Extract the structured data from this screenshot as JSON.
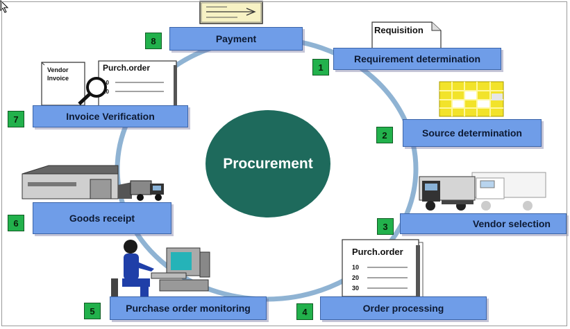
{
  "center": {
    "label": "Procurement"
  },
  "steps": [
    {
      "number": "1",
      "label": "Requirement determination"
    },
    {
      "number": "2",
      "label": "Source determination"
    },
    {
      "number": "3",
      "label": "Vendor selection"
    },
    {
      "number": "4",
      "label": "Order processing"
    },
    {
      "number": "5",
      "label": "Purchase order monitoring"
    },
    {
      "number": "6",
      "label": "Goods receipt"
    },
    {
      "number": "7",
      "label": "Invoice Verification"
    },
    {
      "number": "8",
      "label": "Payment"
    }
  ],
  "illustrations": {
    "requisition": "Requisition",
    "purch_order_doc": {
      "title": "Purch.order",
      "lines": [
        "10",
        "20",
        "30"
      ]
    },
    "invoice_purch_order": {
      "title": "Purch.order",
      "lines": [
        "10",
        "20"
      ]
    },
    "vendor_invoice": [
      "Vendor",
      "Invoice"
    ]
  },
  "colors": {
    "box": "#6f9de8",
    "badge": "#22b14c",
    "center": "#1e6a5c",
    "cycle_ring": "#8fb3d3"
  },
  "icons": [
    "cursor-icon",
    "check-icon",
    "requisition-icon",
    "grid-icon",
    "trucks-icon",
    "purchase-order-icon",
    "computer-user-icon",
    "warehouse-icon",
    "invoice-magnifier-icon"
  ]
}
